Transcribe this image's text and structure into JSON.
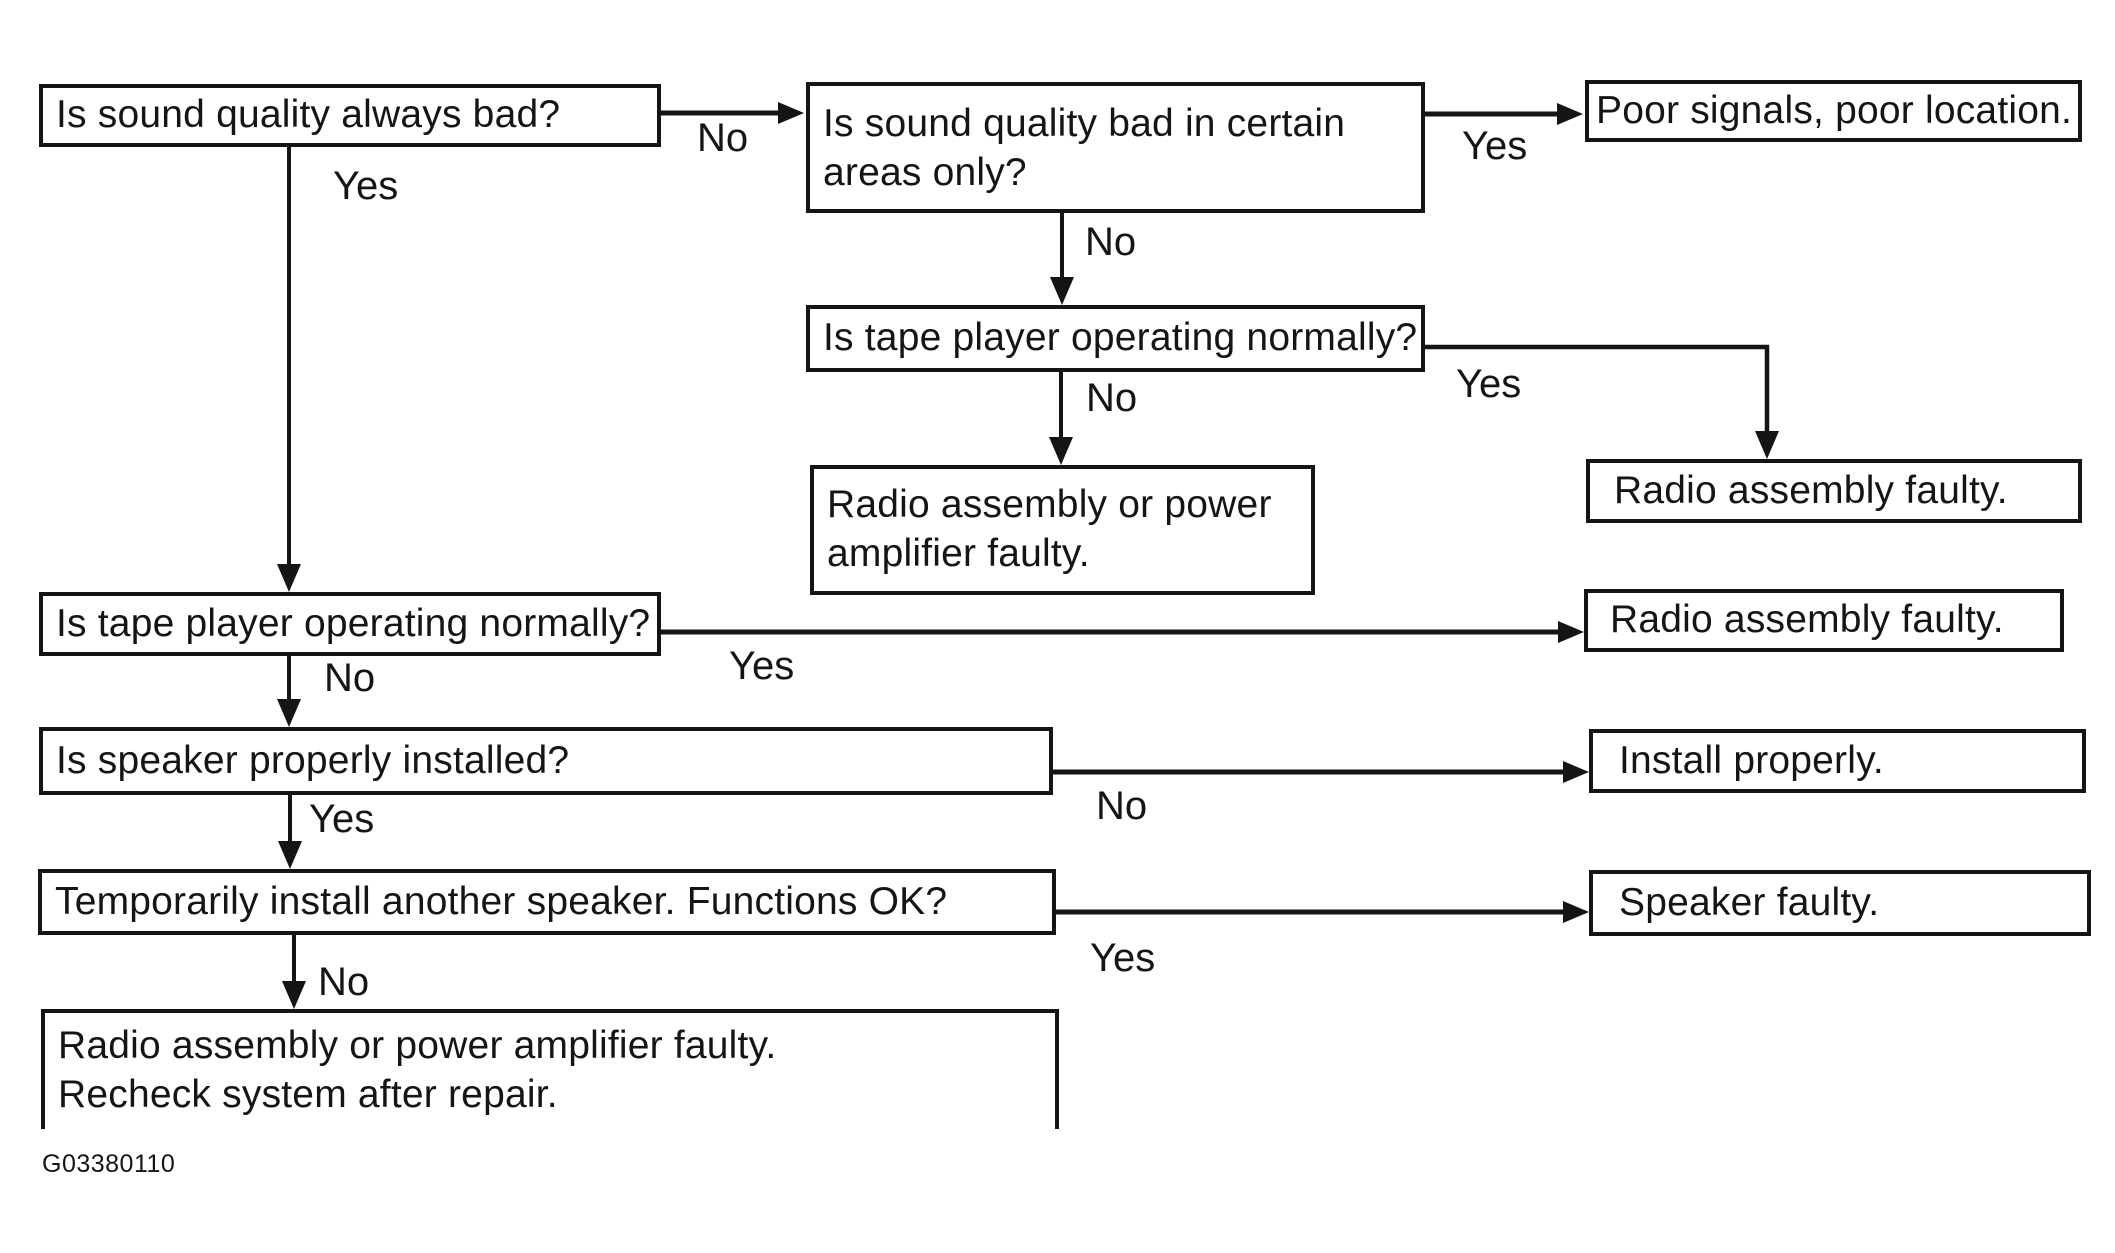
{
  "figure_id": "G03380110",
  "colors": {
    "ink": "#151515",
    "background": "#ffffff"
  },
  "flowchart": {
    "nodes": {
      "q1": {
        "type": "question",
        "text": "Is sound quality always bad?"
      },
      "q2": {
        "type": "question",
        "text": "Is sound quality bad in certain areas only?"
      },
      "q3": {
        "type": "question",
        "text": "Is tape player operating normally?"
      },
      "q4": {
        "type": "question",
        "text": "Is tape player operating normally?"
      },
      "q5": {
        "type": "question",
        "text": "Is speaker properly installed?"
      },
      "q6": {
        "type": "question",
        "text": "Temporarily install another speaker. Functions OK?"
      },
      "r1": {
        "type": "result",
        "text": "Poor signals, poor location."
      },
      "r2": {
        "type": "result",
        "text": "Radio assembly or power amplifier faulty."
      },
      "r3": {
        "type": "result",
        "text": "Radio assembly faulty."
      },
      "r4": {
        "type": "result",
        "text": "Radio assembly faulty."
      },
      "r5": {
        "type": "result",
        "text": "Install properly."
      },
      "r6": {
        "type": "result",
        "text": "Speaker faulty."
      },
      "r7": {
        "type": "result",
        "text": "Radio assembly or power amplifier faulty.\nRecheck system after repair."
      }
    },
    "edges": [
      {
        "from": "q1",
        "to": "q2",
        "label": "No"
      },
      {
        "from": "q1",
        "to": "q4",
        "label": "Yes"
      },
      {
        "from": "q2",
        "to": "r1",
        "label": "Yes"
      },
      {
        "from": "q2",
        "to": "q3",
        "label": "No"
      },
      {
        "from": "q3",
        "to": "r2",
        "label": "No"
      },
      {
        "from": "q3",
        "to": "r3",
        "label": "Yes"
      },
      {
        "from": "q4",
        "to": "r4",
        "label": "Yes"
      },
      {
        "from": "q4",
        "to": "q5",
        "label": "No"
      },
      {
        "from": "q5",
        "to": "r5",
        "label": "No"
      },
      {
        "from": "q5",
        "to": "q6",
        "label": "Yes"
      },
      {
        "from": "q6",
        "to": "r6",
        "label": "Yes"
      },
      {
        "from": "q6",
        "to": "r7",
        "label": "No"
      }
    ]
  }
}
